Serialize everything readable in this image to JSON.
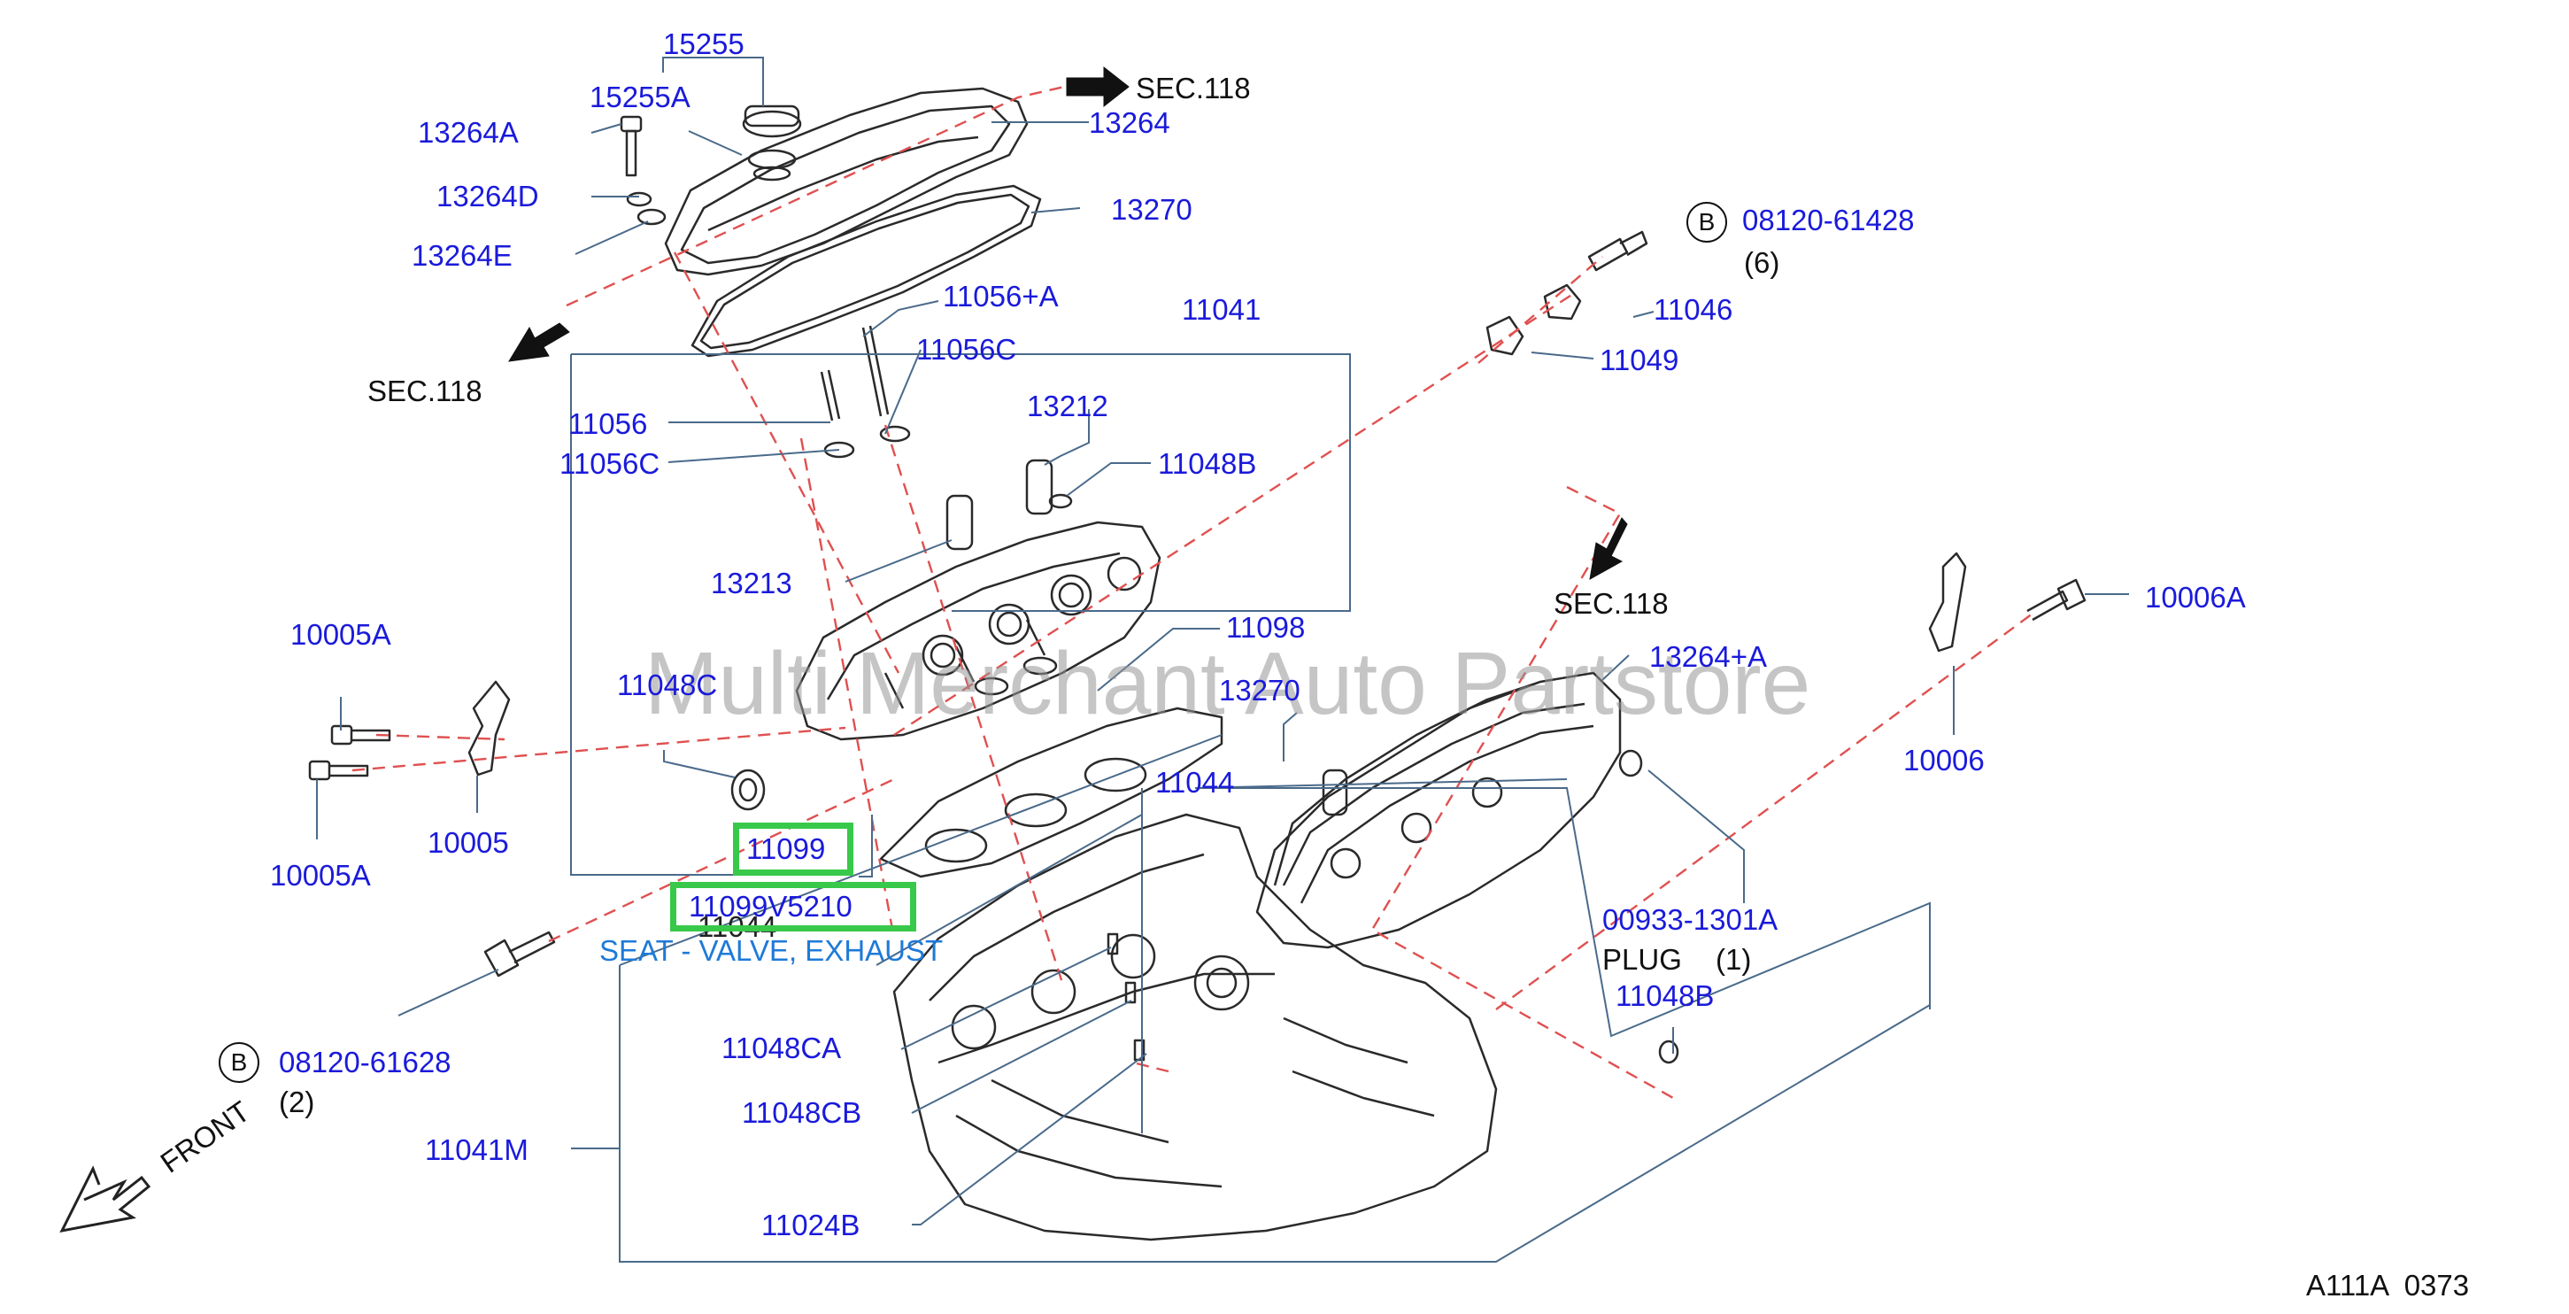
{
  "diagram": {
    "watermark": "Multi Merchant Auto Partstore",
    "page_code": "A111A  0373",
    "front_label": "FRONT",
    "highlight_colors": {
      "box": "#38c94a",
      "part_text": "#1a1adb",
      "link_text": "#1e7ad8",
      "leader": "#5a7a9a",
      "dash": "#e05050"
    },
    "part_labels": {
      "p15255": "15255",
      "p15255a": "15255A",
      "p13264a": "13264A",
      "p13264d": "13264D",
      "p13264e": "13264E",
      "p13264": "13264",
      "p13270_top": "13270",
      "p11056a": "11056+A",
      "p11056c_upper": "11056C",
      "p11056": "11056",
      "p11056c_lower": "11056C",
      "p11041": "11041",
      "p13212": "13212",
      "p11048b_upper": "11048B",
      "p13213": "13213",
      "p11098": "11098",
      "p13270_mid": "13270",
      "p10005a_upper": "10005A",
      "p11048c": "11048C",
      "p10005": "10005",
      "p10005a_lower": "10005A",
      "p11044": "11044",
      "p11099": "11099",
      "p11099v5210": "11099V5210",
      "p11044_obscured": "11044",
      "p08120_61428": "08120-61428",
      "p11046": "11046",
      "p11049": "11049",
      "p10006a": "10006A",
      "p13264a_plus": "13264+A",
      "p10006": "10006",
      "p00933": "00933-1301A",
      "p11048b_lower": "11048B",
      "p08120_61628": "08120-61628",
      "p11048ca": "11048CA",
      "p11048cb": "11048CB",
      "p11041m": "11041M",
      "p11024b": "11024B"
    },
    "black_labels": {
      "sec118_top": "SEC.118",
      "sec118_left": "SEC.118",
      "sec118_right": "SEC.118",
      "qty_6": "(6)",
      "qty_2": "(2)",
      "plug": "PLUG",
      "qty_1": "(1)",
      "b_top": "B",
      "b_bottom": "B"
    },
    "selected_part_link": "SEAT - VALVE, EXHAUST"
  }
}
